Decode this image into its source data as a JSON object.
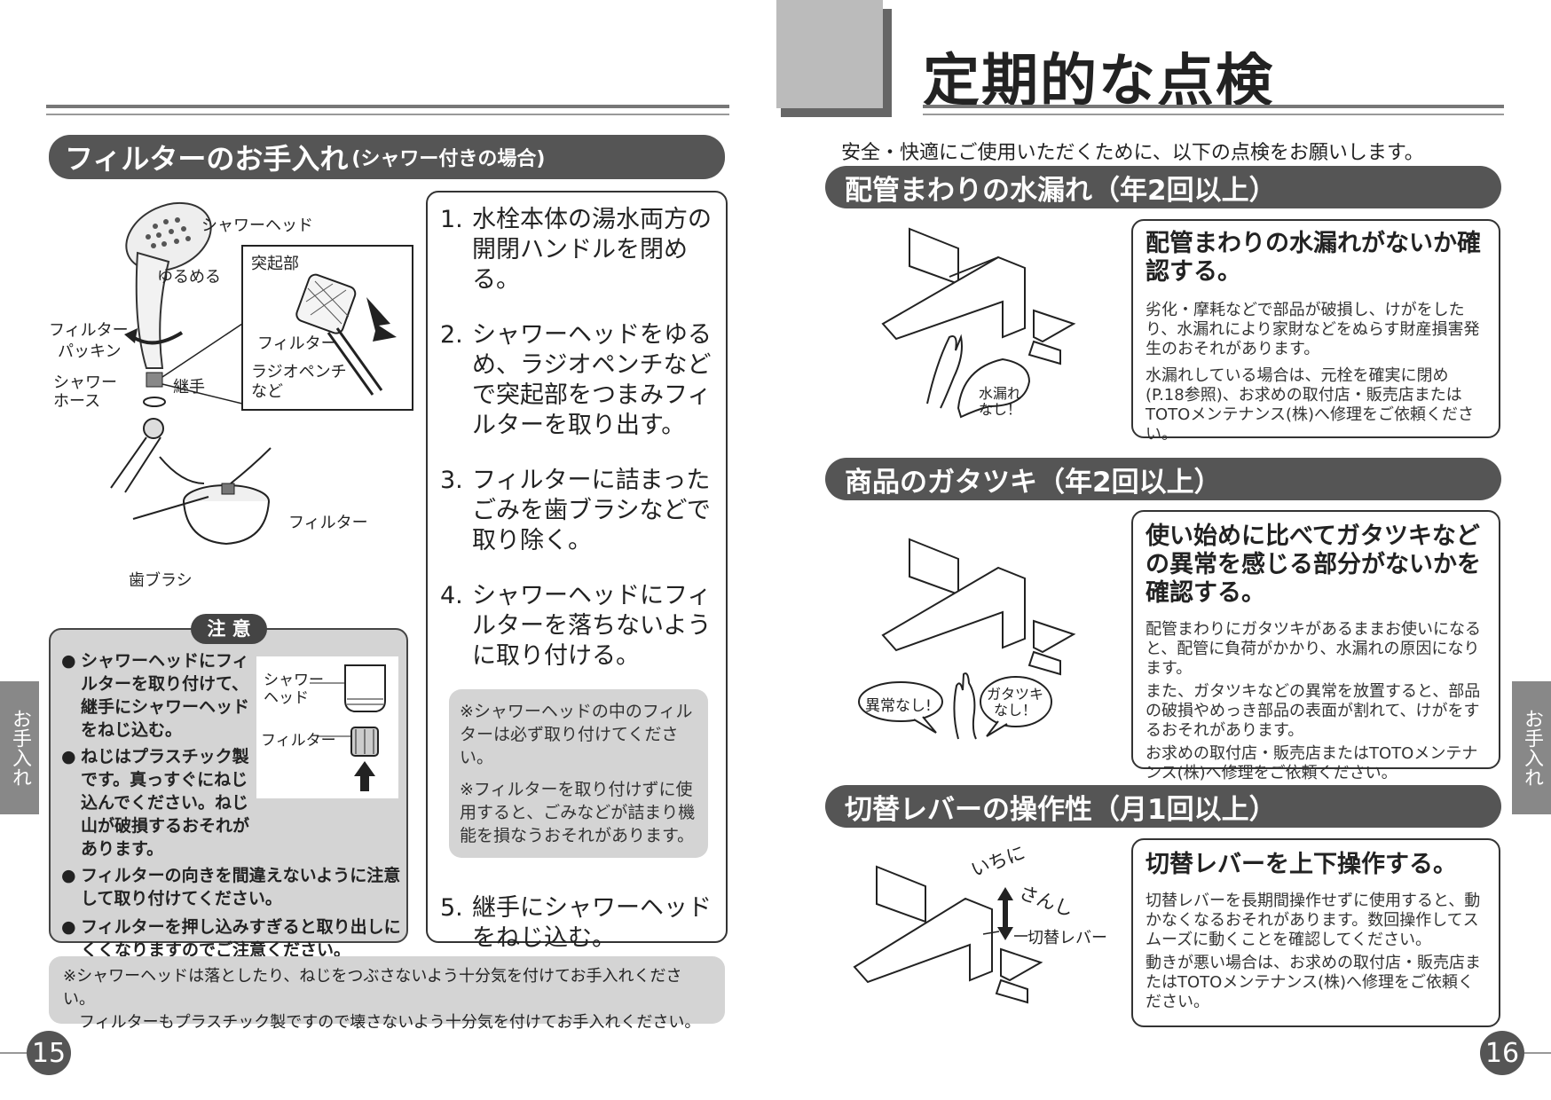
{
  "left": {
    "section_title": "フィルターのお手入れ",
    "section_title_sub": "(シャワー付きの場合)",
    "illustration_labels": {
      "shower_head": "シャワーヘッド",
      "loosen": "ゆるめる",
      "filter": "フィルター",
      "packing": "パッキン",
      "shower_hose_1": "シャワー",
      "shower_hose_2": "ホース",
      "joint": "継手",
      "protrusion": "突起部",
      "filter_inset": "フィルター",
      "pliers_1": "ラジオペンチ",
      "pliers_2": "など",
      "filter_wash": "フィルター",
      "toothbrush": "歯ブラシ"
    },
    "steps": [
      {
        "num": "1.",
        "text": "水栓本体の湯水両方の開閉ハンドルを閉める。"
      },
      {
        "num": "2.",
        "text": "シャワーヘッドをゆるめ、ラジオペンチなどで突起部をつまみフィルターを取り出す。"
      },
      {
        "num": "3.",
        "text": "フィルターに詰まったごみを歯ブラシなどで取り除く。"
      },
      {
        "num": "4.",
        "text": "シャワーヘッドにフィルターを落ちないように取り付ける。"
      }
    ],
    "step_notes": [
      "※シャワーヘッドの中のフィルターは必ず取り付けてください。",
      "※フィルターを取り付けずに使用すると、ごみなどが詰まり機能を損なうおそれがあります。"
    ],
    "step5": {
      "num": "5.",
      "text": "継手にシャワーヘッドをねじ込む。"
    },
    "caution": {
      "title": "注 意",
      "items": [
        "シャワーヘッドにフィルターを取り付けて、継手にシャワーヘッドをねじ込む。",
        "ねじはプラスチック製です。真っすぐにねじ込んでください。ねじ山が破損するおそれがあります。",
        "フィルターの向きを間違えないように注意して取り付けてください。",
        "フィルターを押し込みすぎると取り出しにくくなりますのでご注意ください。"
      ],
      "bullet": "●",
      "inset_shower_1": "シャワー",
      "inset_shower_2": "ヘッド",
      "inset_filter": "フィルター"
    },
    "bottom_note_1": "※シャワーヘッドは落としたり、ねじをつぶさないよう十分気を付けてお手入れください。",
    "bottom_note_2": "フィルターもプラスチック製ですので壊さないよう十分気を付けてお手入れください。",
    "page_number": "15",
    "side_tab": "お手入れ"
  },
  "right": {
    "page_title": "定期的な点検",
    "intro": "安全・快適にご使用いただくために、以下の点検をお願いします。",
    "sections": [
      {
        "title": "配管まわりの水漏れ（年2回以上）",
        "heading": "配管まわりの水漏れがないか確認する。",
        "paragraphs": [
          "劣化・摩耗などで部品が破損し、けがをしたり、水漏れにより家財などをぬらす財産損害発生のおそれがあります。",
          "水漏れしている場合は、元栓を確実に閉め(P.18参照)、お求めの取付店・販売店またはTOTOメンテナンス(株)へ修理をご依頼ください。"
        ],
        "bubble_1": "水漏れ",
        "bubble_2": "なし！"
      },
      {
        "title": "商品のガタツキ（年2回以上）",
        "heading": "使い始めに比べてガタツキなどの異常を感じる部分がないかを確認する。",
        "paragraphs": [
          "配管まわりにガタツキがあるままお使いになると、配管に負荷がかかり、水漏れの原因になります。",
          "また、ガタツキなどの異常を放置すると、部品の破損やめっき部品の表面が割れて、けがをするおそれがあります。",
          "お求めの取付店・販売店またはTOTOメンテナンス(株)へ修理をご依頼ください。"
        ],
        "bubble_left": "異常なし!",
        "bubble_right_1": "ガタツキ",
        "bubble_right_2": "なし！"
      },
      {
        "title": "切替レバーの操作性（月1回以上）",
        "heading": "切替レバーを上下操作する。",
        "paragraphs": [
          "切替レバーを長期間操作せずに使用すると、動かなくなるおそれがあります。数回操作してスムーズに動くことを確認してください。",
          "動きが悪い場合は、お求めの取付店・販売店またはTOTOメンテナンス(株)へ修理をご依頼ください。"
        ],
        "label_up": "いちに",
        "label_down": "さんし",
        "label_lever": "切替レバー"
      }
    ],
    "page_number": "16",
    "side_tab": "お手入れ"
  }
}
